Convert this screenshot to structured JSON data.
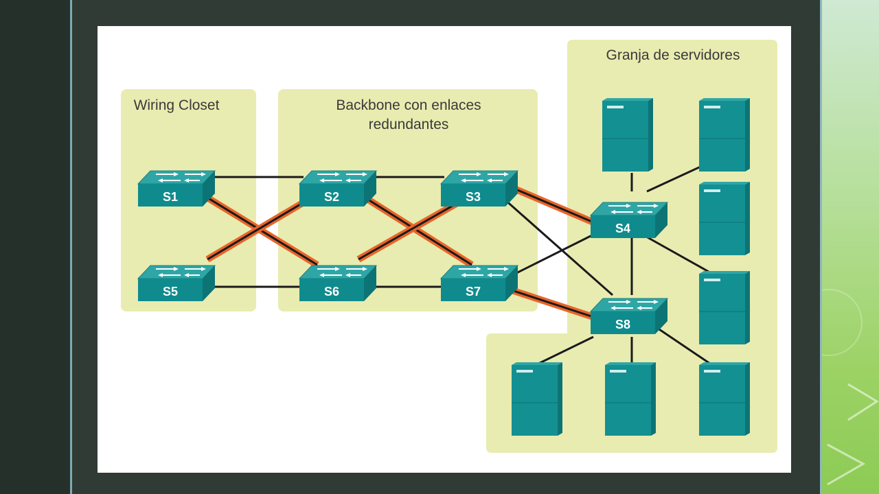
{
  "zones": {
    "wiring_closet": "Wiring Closet",
    "backbone_line1": "Backbone con enlaces",
    "backbone_line2": "redundantes",
    "server_farm": "Granja de servidores"
  },
  "switches": {
    "s1": "S1",
    "s2": "S2",
    "s3": "S3",
    "s4": "S4",
    "s5": "S5",
    "s6": "S6",
    "s7": "S7",
    "s8": "S8"
  },
  "colors": {
    "zone_fill": "#e8ecb0",
    "switch_top": "#2fa6a6",
    "switch_front": "#0f8b8d",
    "redundant_link": "#e8652a",
    "link": "#1a1a1a",
    "server": "#139092"
  }
}
